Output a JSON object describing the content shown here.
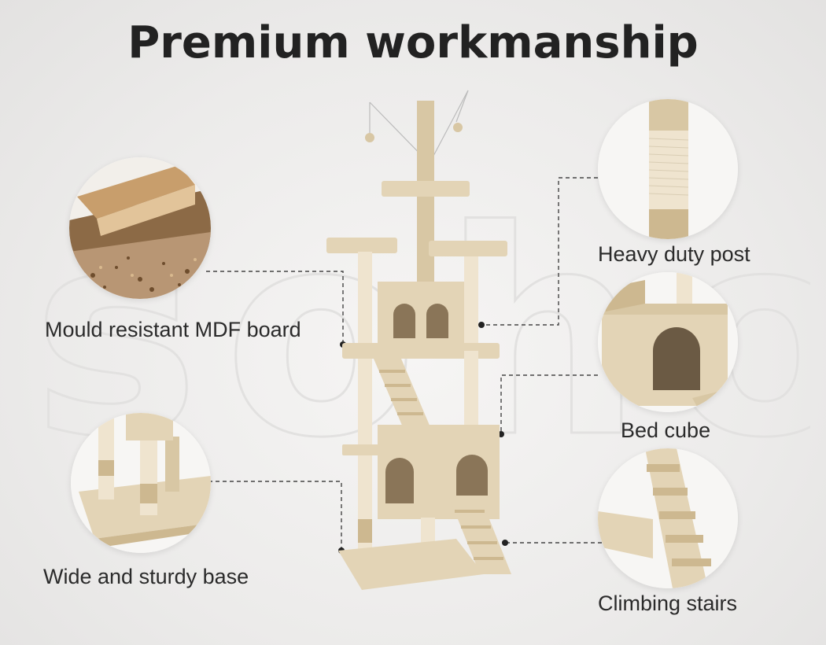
{
  "page": {
    "title": "Premium workmanship",
    "watermark_text": "soho"
  },
  "features": {
    "mdf_board": {
      "label": "Mould resistant MDF board",
      "icon": "mdf-board-closeup"
    },
    "sturdy_base": {
      "label": "Wide and sturdy base",
      "icon": "base-closeup"
    },
    "heavy_post": {
      "label": "Heavy duty post",
      "icon": "sisal-post-closeup"
    },
    "bed_cube": {
      "label": "Bed cube",
      "icon": "bed-cube-closeup"
    },
    "stairs": {
      "label": "Climbing stairs",
      "icon": "stairs-closeup"
    }
  },
  "colors": {
    "plush": "#e3d4b6",
    "plush_dark": "#cdb890",
    "sisal": "#efe4cf",
    "wood": "#b88a5a",
    "text": "#2a2a2a",
    "leader": "#444444"
  }
}
